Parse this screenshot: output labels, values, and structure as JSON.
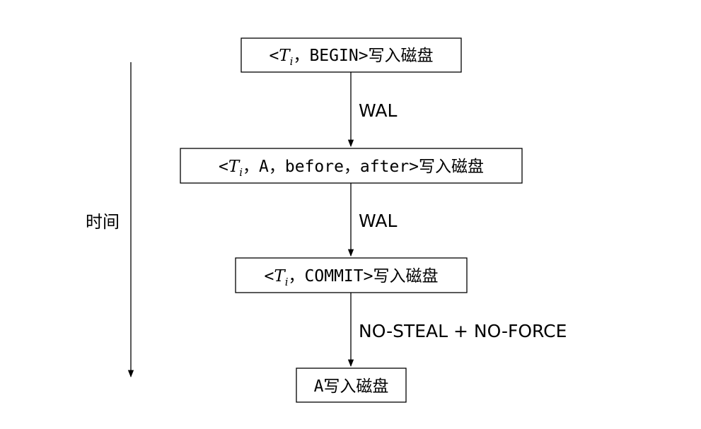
{
  "diagram": {
    "time_label": "时间",
    "nodes": [
      {
        "lt": "<",
        "t": "T",
        "sub": "i",
        "rest": "，BEGIN>写入磁盘"
      },
      {
        "lt": "<",
        "t": "T",
        "sub": "i",
        "rest": "，A，before，after>写入磁盘"
      },
      {
        "lt": "<",
        "t": "T",
        "sub": "i",
        "rest": "，COMMIT>写入磁盘"
      },
      {
        "text": "A写入磁盘"
      }
    ],
    "edges": [
      {
        "label": "WAL"
      },
      {
        "label": "WAL"
      },
      {
        "label": "NO-STEAL + NO-FORCE"
      }
    ]
  }
}
